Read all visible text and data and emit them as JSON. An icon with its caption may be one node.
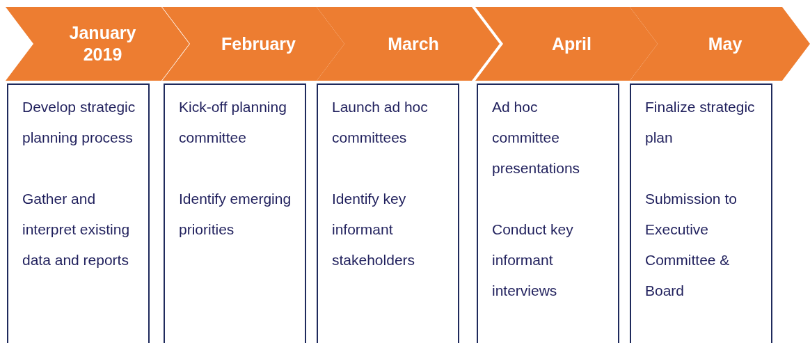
{
  "diagram": {
    "nodes": [
      {
        "text": [
          "January 2019"
        ]
      },
      {
        "text": [
          "February"
        ]
      },
      {
        "text": [
          "March"
        ]
      },
      {
        "text": [
          "April"
        ]
      },
      {
        "text": [
          "May"
        ]
      },
      {
        "text": [
          "Develop strategic planning process",
          "Gather and interpret existing data and reports"
        ]
      },
      {
        "text": [
          "Kick-off planning committee",
          "Identify emerging priorities"
        ]
      },
      {
        "text": [
          "Launch ad hoc committees",
          "Identify key informant stakeholders"
        ]
      },
      {
        "text": [
          "Ad hoc committee presentations",
          "Conduct key informant interviews"
        ]
      },
      {
        "text": [
          "Finalize strategic plan",
          "Submission to Executive Committee & Board"
        ]
      }
    ],
    "edges": []
  }
}
